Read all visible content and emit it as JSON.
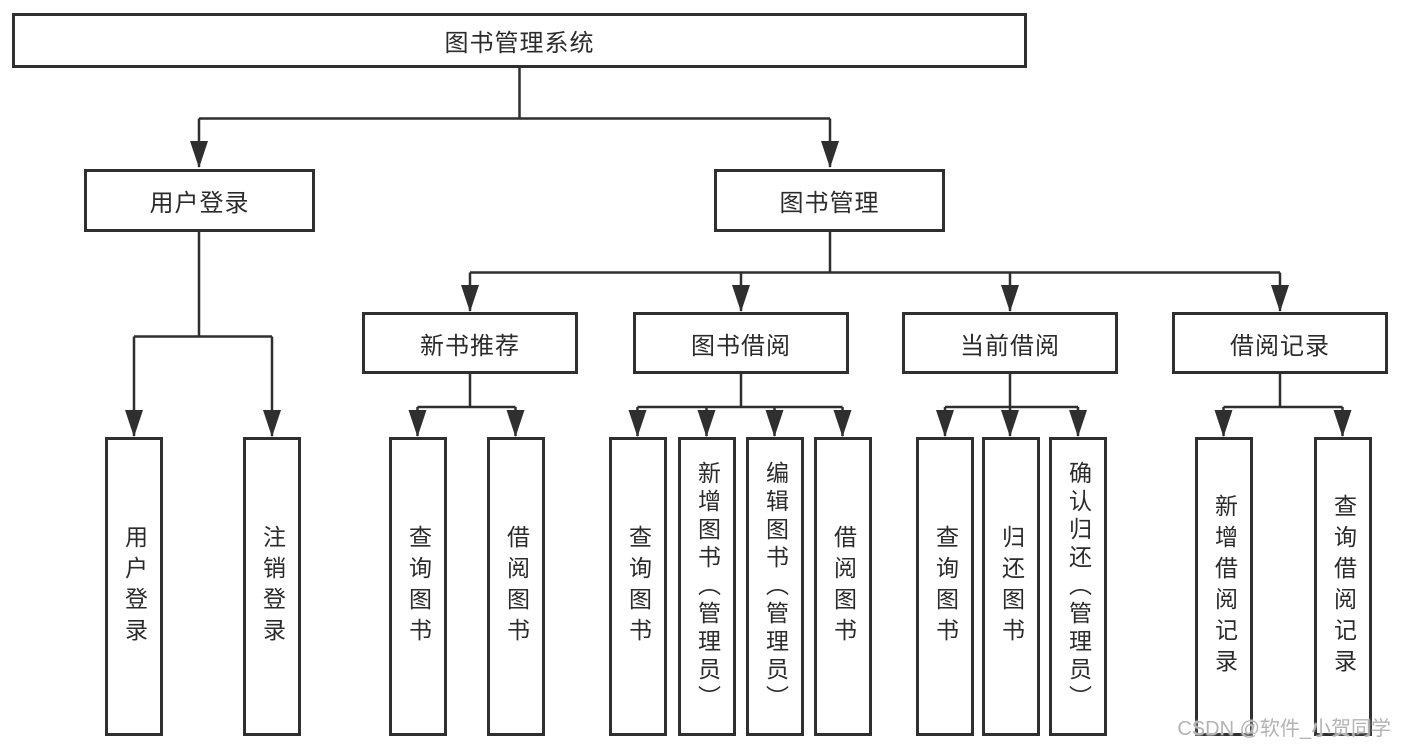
{
  "title": {
    "label": "图书管理系统"
  },
  "level2": {
    "user_login": {
      "label": "用户登录"
    },
    "book_management": {
      "label": "图书管理"
    }
  },
  "level3": {
    "new_book_recommend": {
      "label": "新书推荐"
    },
    "book_borrowing": {
      "label": "图书借阅"
    },
    "current_borrowing": {
      "label": "当前借阅"
    },
    "borrowing_records": {
      "label": "借阅记录"
    }
  },
  "leaves": {
    "user_login": [
      "用户登录",
      "注销登录"
    ],
    "new_book_recommend": [
      "查询图书",
      "借阅图书"
    ],
    "book_borrowing": [
      "查询图书",
      "新增图书（管理员）",
      "编辑图书（管理员）",
      "借阅图书"
    ],
    "current_borrowing": [
      "查询图书",
      "归还图书",
      "确认归还（管理员）"
    ],
    "borrowing_records": [
      "新增借阅记录",
      "查询借阅记录"
    ]
  },
  "watermark": {
    "label": "CSDN @软件_小贺同学"
  },
  "colors": {
    "line": "#2f2f2f",
    "box_border": "#2f2f2f",
    "text": "#2b2b2b",
    "watermark": "#afafaf",
    "background": "#ffffff"
  }
}
